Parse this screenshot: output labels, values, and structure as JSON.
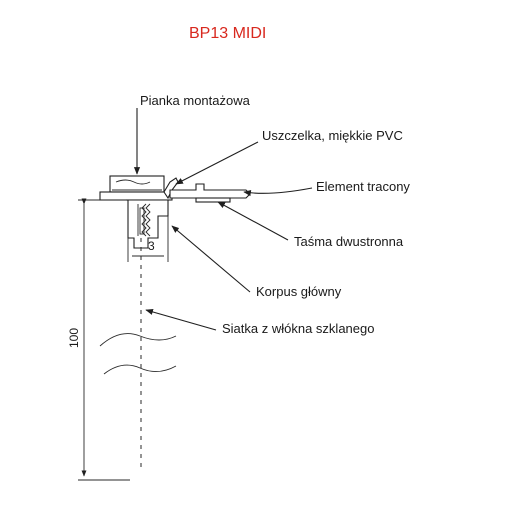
{
  "title": "BP13 MIDI",
  "labels": {
    "pianka": "Pianka montażowa",
    "uszczelka": "Uszczelka, miękkie PVC",
    "element": "Element tracony",
    "tasma": "Taśma dwustronna",
    "korpus": "Korpus główny",
    "siatka": "Siatka z włókna szklanego"
  },
  "dimensions": {
    "height": "100",
    "gap": "3"
  },
  "colors": {
    "title": "#d8281e",
    "line": "#1f1f1f"
  }
}
